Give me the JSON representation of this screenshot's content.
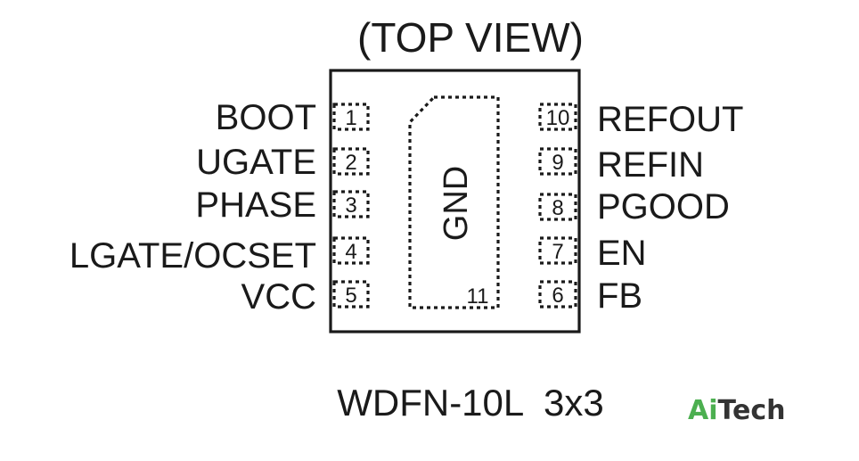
{
  "title": "(TOP VIEW)",
  "package": "WDFN-10L  3x3",
  "left_pins": [
    {
      "number": "1",
      "name": "BOOT"
    },
    {
      "number": "2",
      "name": "UGATE"
    },
    {
      "number": "3",
      "name": "PHASE"
    },
    {
      "number": "4",
      "name": "LGATE/OCSET"
    },
    {
      "number": "5",
      "name": "VCC"
    }
  ],
  "right_pins": [
    {
      "number": "10",
      "name": "REFOUT"
    },
    {
      "number": "9",
      "name": "REFIN"
    },
    {
      "number": "8",
      "name": "PGOOD"
    },
    {
      "number": "7",
      "name": "EN"
    },
    {
      "number": "6",
      "name": "FB"
    }
  ],
  "thermal_pad": {
    "name": "GND",
    "number": "11"
  },
  "logo": {
    "part1": "Ai",
    "part2": "Tech",
    "color1": "#4caf50",
    "color2": "#333333"
  }
}
